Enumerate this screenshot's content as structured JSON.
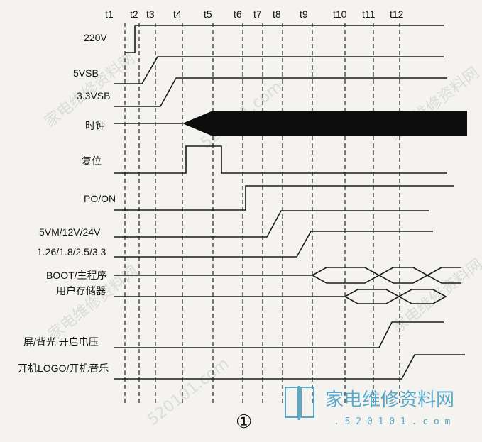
{
  "time_labels": [
    "t1",
    "t2",
    "t3",
    "t4",
    "t5",
    "t6",
    "t7",
    "t8",
    "t9",
    "t10",
    "t11",
    "t12"
  ],
  "signals": {
    "v220": "220V",
    "v5vsb": "5VSB",
    "v33vsb": "3.3VSB",
    "clock": "时钟",
    "reset": "复位",
    "poon": "PO/ON",
    "v5m": "5VM/12V/24V",
    "vcore": "1.26/1.8/2.5/3.3",
    "boot": "BOOT/主程序",
    "usermem": "用户存储器",
    "backlight": "屏/背光 开启电压",
    "logo": "开机LOGO/开机音乐"
  },
  "figure_number": "①",
  "watermark": {
    "brand": "家电维修资料网",
    "url": ". 5 2 0 1 0 1 . c o m",
    "diagonal_text": "家电维修资料网",
    "diagonal_url": "520101.com",
    "color": "#58a9c9"
  }
}
